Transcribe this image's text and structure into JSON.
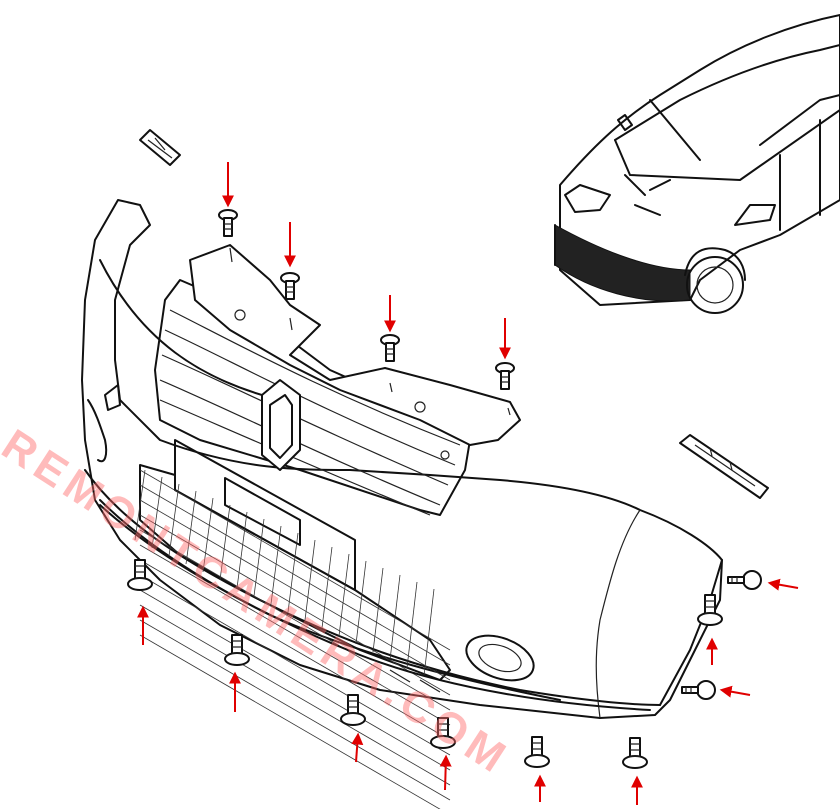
{
  "watermark": {
    "text": "REMONTCAMERA.COM",
    "color": "#ff6a6a"
  },
  "colors": {
    "line": "#111111",
    "arrow": "#e00000",
    "background": "#ffffff"
  },
  "fasteners": [
    {
      "id": "top-1",
      "kind": "bolt",
      "arrow": "down"
    },
    {
      "id": "top-2",
      "kind": "bolt",
      "arrow": "down"
    },
    {
      "id": "top-3",
      "kind": "bolt",
      "arrow": "down"
    },
    {
      "id": "top-4",
      "kind": "bolt",
      "arrow": "down"
    },
    {
      "id": "bottom-1",
      "kind": "screw",
      "arrow": "up"
    },
    {
      "id": "bottom-2",
      "kind": "screw",
      "arrow": "up"
    },
    {
      "id": "bottom-3",
      "kind": "screw",
      "arrow": "up"
    },
    {
      "id": "bottom-4",
      "kind": "screw",
      "arrow": "up"
    },
    {
      "id": "bottom-5",
      "kind": "screw",
      "arrow": "up"
    },
    {
      "id": "bottom-6",
      "kind": "screw",
      "arrow": "up"
    },
    {
      "id": "side-1",
      "kind": "screw",
      "arrow": "left"
    },
    {
      "id": "side-2",
      "kind": "screw",
      "arrow": "up"
    },
    {
      "id": "side-3",
      "kind": "screw",
      "arrow": "left"
    }
  ]
}
